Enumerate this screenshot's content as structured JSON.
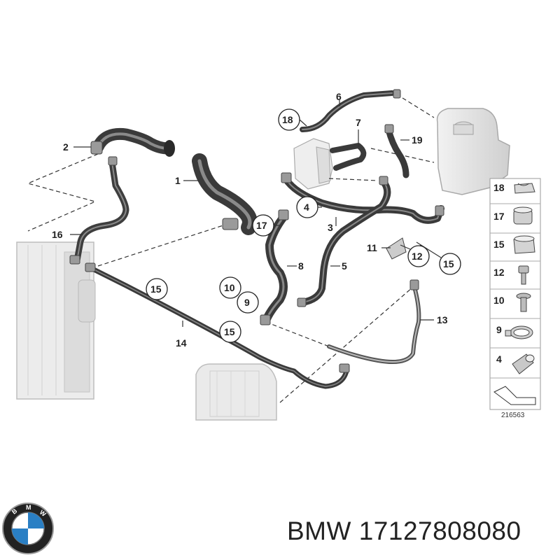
{
  "diagram": {
    "labels": {
      "p1": "1",
      "p2": "2",
      "p3": "3",
      "p4": "4",
      "p5": "5",
      "p6": "6",
      "p7": "7",
      "p8": "8",
      "p9": "9",
      "p10": "10",
      "p11": "11",
      "p12": "12",
      "p13": "13",
      "p14": "14",
      "p15a": "15",
      "p15b": "15",
      "p15c": "15",
      "p16": "16",
      "p17": "17",
      "p18": "18",
      "p19": "19"
    },
    "legend": [
      "18",
      "17",
      "15",
      "12",
      "10",
      "9",
      "4"
    ],
    "reference_code": "216563"
  },
  "footer": {
    "brand": "BMW",
    "part_number": "17127808080",
    "logo_icon": "bmw-roundel"
  },
  "colors": {
    "hose": "#3e3e3e",
    "hose_highlight": "#8a8a8a",
    "part_light": "#e6e6e6",
    "bmw_blue": "#2a7fc4"
  }
}
